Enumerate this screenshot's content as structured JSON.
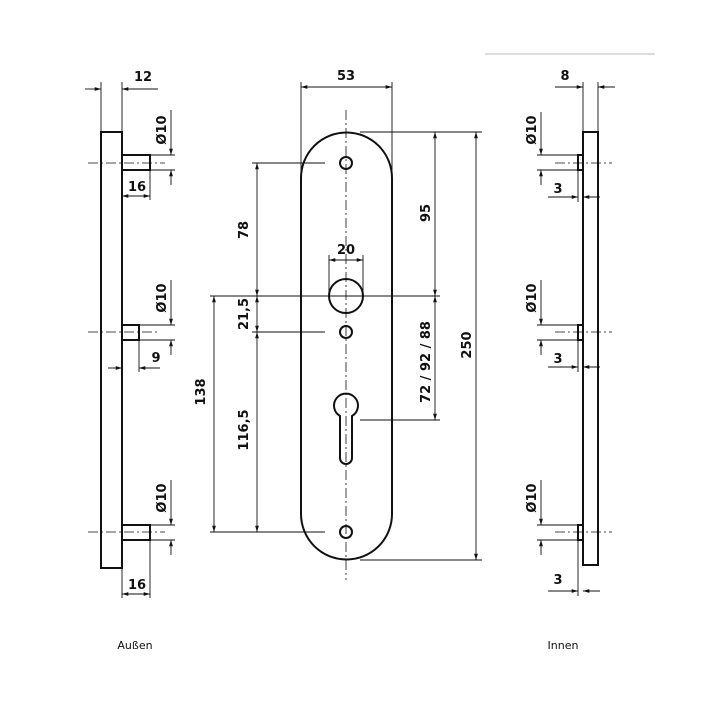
{
  "views": {
    "outer": {
      "caption": "Außen",
      "dims": {
        "thickness": "12",
        "post_length_top": "16",
        "post_length_mid": "9",
        "post_length_bottom": "16",
        "dia_top": "Ø10",
        "dia_mid": "Ø10",
        "dia_bottom": "Ø10"
      }
    },
    "front": {
      "dims": {
        "width": "53",
        "handle_hole": "20",
        "d78": "78",
        "d21_5": "21,5",
        "d116_5": "116,5",
        "d138": "138",
        "d95": "95",
        "d72_92_88": "72 / 92 / 88",
        "d250": "250"
      }
    },
    "inner": {
      "caption": "Innen",
      "dims": {
        "thickness": "8",
        "boss_top": "3",
        "boss_mid": "3",
        "boss_bottom": "3",
        "dia_top": "Ø10",
        "dia_mid": "Ø10",
        "dia_bottom": "Ø10"
      }
    }
  }
}
